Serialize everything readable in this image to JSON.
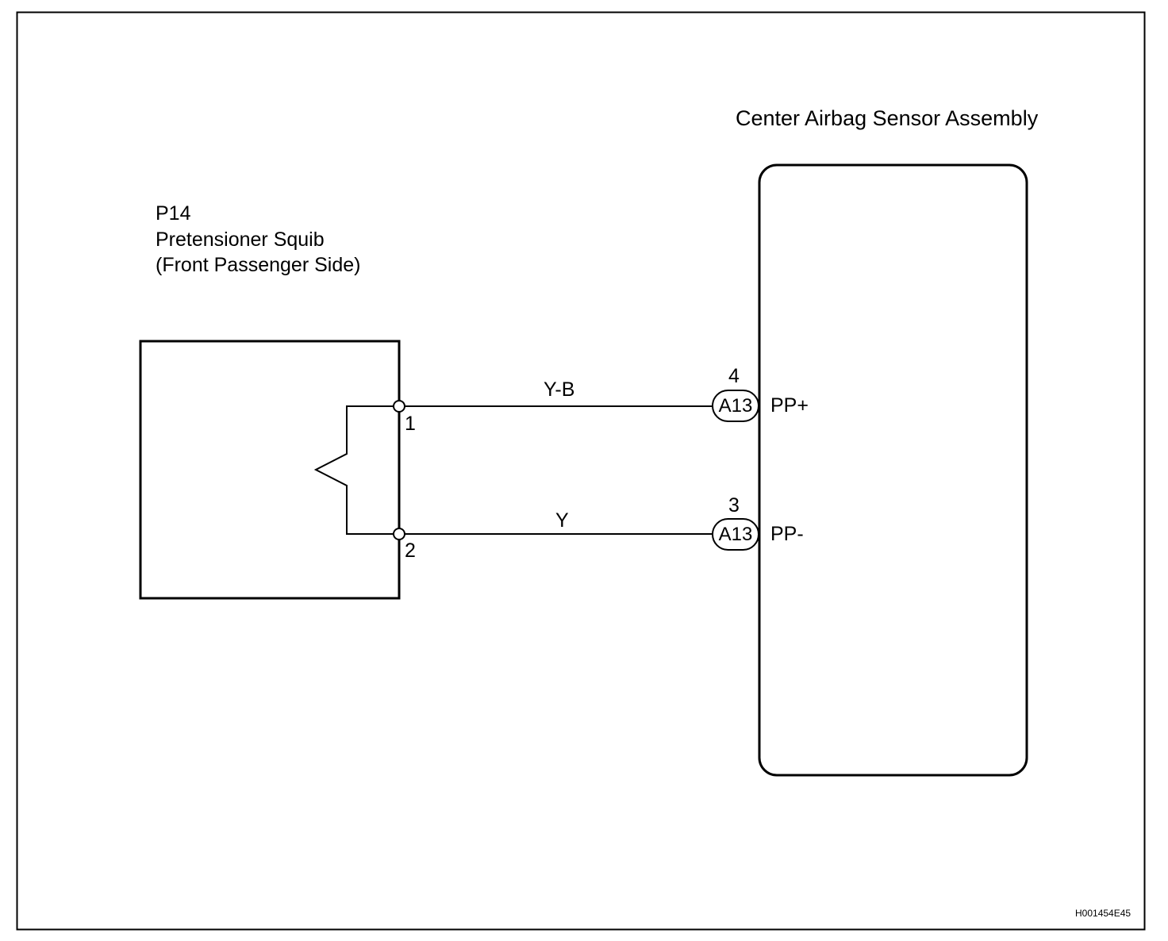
{
  "squib": {
    "code": "P14",
    "name": "Pretensioner Squib",
    "side": "(Front Passenger Side)",
    "pin1": "1",
    "pin2": "2"
  },
  "ecu": {
    "name": "Center Airbag Sensor Assembly",
    "pin_plus": "4",
    "pin_minus": "3",
    "term_plus": "PP+",
    "term_minus": "PP-",
    "connector_plus": "A13",
    "connector_minus": "A13"
  },
  "wires": {
    "upper_color": "Y-B",
    "lower_color": "Y"
  },
  "figure_id": "H001454E45"
}
